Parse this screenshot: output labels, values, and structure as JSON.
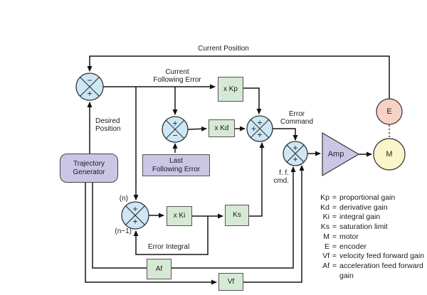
{
  "labels": {
    "current_position": "Current Position",
    "current_following_error": "Current\nFollowing Error",
    "desired_position": "Desired\nPosition",
    "error_command": "Error\nCommand",
    "ff_cmd": "f. f.\ncmd.",
    "error_integral": "Error Integral",
    "n": "(n)",
    "n_minus_1": "(n−1)"
  },
  "blocks": {
    "kp": "x Kp",
    "kd": "x Kd",
    "ki": "x Ki",
    "ks": "Ks",
    "af": "Af",
    "vf": "Vf",
    "last_following_error": "Last\nFollowing Error",
    "trajectory_generator": "Trajectory\nGenerator",
    "amp": "Amp",
    "encoder": "E",
    "motor": "M"
  },
  "junctions": {
    "position_error": {
      "top": "−",
      "bottom": "+"
    },
    "derivative": {
      "top": "+",
      "bottom": "−"
    },
    "pid_sum": {
      "top": "+",
      "left": "+",
      "bottom": "+"
    },
    "ff_sum": {
      "top": "+",
      "bottom": "+"
    },
    "integral": {
      "top": "+",
      "bottom": "+"
    }
  },
  "legend": {
    "eq": "=",
    "items": [
      {
        "k": "Kp",
        "d": "proportional gain"
      },
      {
        "k": "Kd",
        "d": "derivative gain"
      },
      {
        "k": "Ki",
        "d": "integral gain"
      },
      {
        "k": "Ks",
        "d": "saturation limit"
      },
      {
        "k": "M",
        "d": "motor"
      },
      {
        "k": "E",
        "d": "encoder"
      },
      {
        "k": "Vf",
        "d": "velocity feed forward gain"
      },
      {
        "k": "Af",
        "d": "acceleration feed forward gain"
      }
    ]
  },
  "colors": {
    "line": "#151515",
    "junction_fill": "#cde7f6",
    "green_fill": "#d6e9d4",
    "purple_fill": "#ccc6e6",
    "encoder_fill": "#f8d1c5",
    "motor_fill": "#faf6ca"
  }
}
